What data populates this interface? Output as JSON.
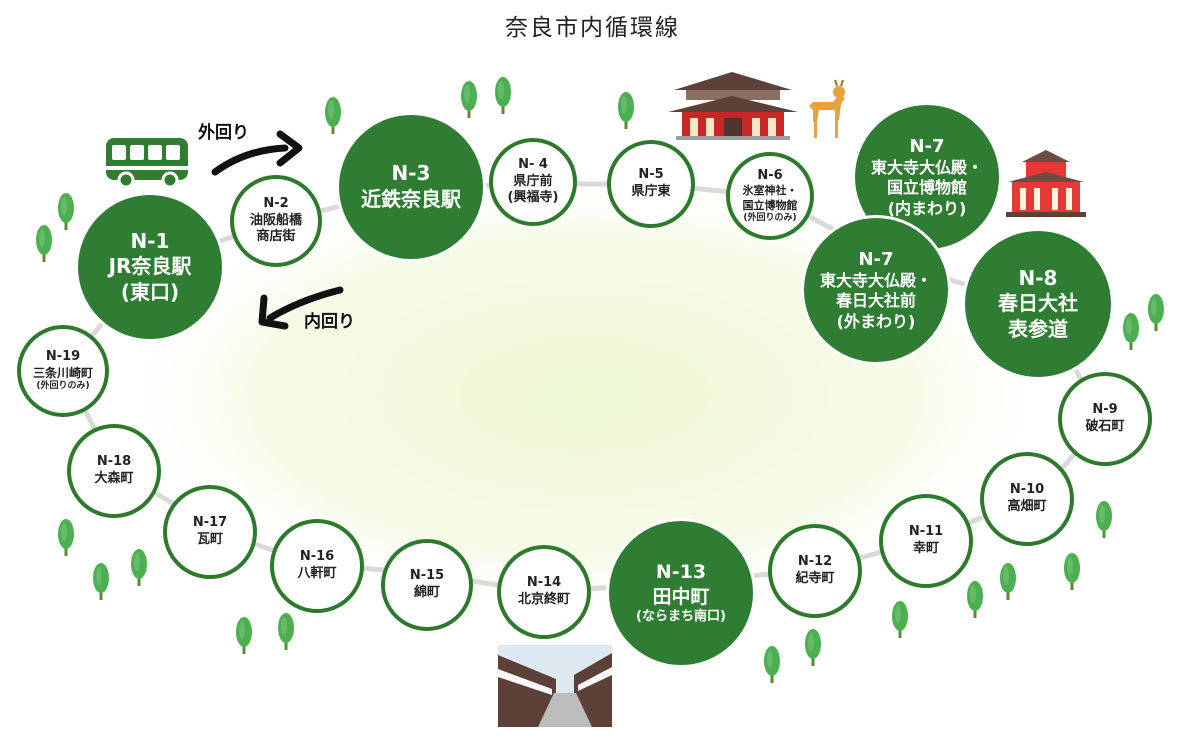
{
  "title": "奈良市内循環線",
  "directions": {
    "outer": "外回り",
    "inner": "内回り"
  },
  "colors": {
    "route": "#d9d9d9",
    "stop_border": "#2d7a2d",
    "major_fill": "#2e7d32",
    "tree": "#43a047",
    "inner_glow": "#f3fadf"
  },
  "icons": [
    "bus-icon",
    "temple-icon",
    "deer-icon",
    "shrine-icon",
    "townhouse-street-icon",
    "tree-icon",
    "arrow-icon"
  ],
  "stops": [
    {
      "id": "n1",
      "code": "N-1",
      "name": "JR奈良駅",
      "name2": "(東口)",
      "note": "",
      "major": true
    },
    {
      "id": "n2",
      "code": "N-2",
      "name": "油阪船橋",
      "name2": "商店街",
      "note": "",
      "major": false
    },
    {
      "id": "n3",
      "code": "N-3",
      "name": "近鉄奈良駅",
      "name2": "",
      "note": "",
      "major": true
    },
    {
      "id": "n4",
      "code": "N- 4",
      "name": "県庁前",
      "name2": "(興福寺)",
      "note": "",
      "major": false
    },
    {
      "id": "n5",
      "code": "N-5",
      "name": "県庁東",
      "name2": "",
      "note": "",
      "major": false
    },
    {
      "id": "n6",
      "code": "N-6",
      "name": "氷室神社・",
      "name2": "国立博物館",
      "note": "(外回りのみ)",
      "major": false
    },
    {
      "id": "n7a",
      "code": "N-7",
      "name": "東大寺大仏殿・",
      "name2": "国立博物館",
      "name3": "(内まわり)",
      "note": "",
      "major": true
    },
    {
      "id": "n7b",
      "code": "N-7",
      "name": "東大寺大仏殿・",
      "name2": "春日大社前",
      "name3": "(外まわり)",
      "note": "",
      "major": true
    },
    {
      "id": "n8",
      "code": "N-8",
      "name": "春日大社",
      "name2": "表参道",
      "note": "",
      "major": true
    },
    {
      "id": "n9",
      "code": "N-9",
      "name": "破石町",
      "name2": "",
      "note": "",
      "major": false
    },
    {
      "id": "n10",
      "code": "N-10",
      "name": "高畑町",
      "name2": "",
      "note": "",
      "major": false
    },
    {
      "id": "n11",
      "code": "N-11",
      "name": "幸町",
      "name2": "",
      "note": "",
      "major": false
    },
    {
      "id": "n12",
      "code": "N-12",
      "name": "紀寺町",
      "name2": "",
      "note": "",
      "major": false
    },
    {
      "id": "n13",
      "code": "N-13",
      "name": "田中町",
      "name2": "(ならまち南口)",
      "note": "",
      "major": true
    },
    {
      "id": "n14",
      "code": "N-14",
      "name": "北京終町",
      "name2": "",
      "note": "",
      "major": false
    },
    {
      "id": "n15",
      "code": "N-15",
      "name": "綿町",
      "name2": "",
      "note": "",
      "major": false
    },
    {
      "id": "n16",
      "code": "N-16",
      "name": "八軒町",
      "name2": "",
      "note": "",
      "major": false
    },
    {
      "id": "n17",
      "code": "N-17",
      "name": "瓦町",
      "name2": "",
      "note": "",
      "major": false
    },
    {
      "id": "n18",
      "code": "N-18",
      "name": "大森町",
      "name2": "",
      "note": "",
      "major": false
    },
    {
      "id": "n19",
      "code": "N-19",
      "name": "三条川崎町",
      "name2": "",
      "note": "(外回りのみ)",
      "major": false
    }
  ]
}
